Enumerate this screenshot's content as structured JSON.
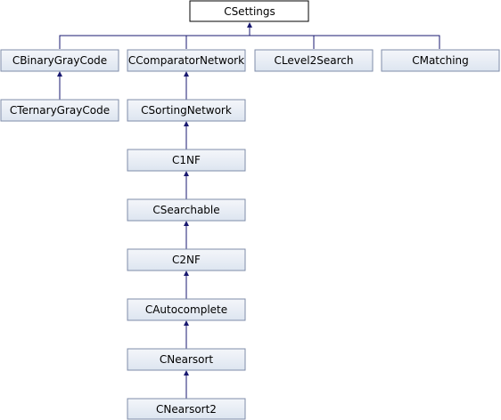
{
  "diagram": {
    "line_color": "#191970",
    "root_fill": "#ffffff",
    "root_stroke": "#000000",
    "node_fill_top": "#f4f6fa",
    "node_fill_bottom": "#dde5f0",
    "node_stroke": "#7f8ca9",
    "nodes": {
      "csettings": "CSettings",
      "cbinarygraycode": "CBinaryGrayCode",
      "ccomparatornetwork": "CComparatorNetwork",
      "clevel2search": "CLevel2Search",
      "cmatching": "CMatching",
      "cternarygraycode": "CTernaryGrayCode",
      "csortingnetwork": "CSortingNetwork",
      "c1nf": "C1NF",
      "csearchable": "CSearchable",
      "c2nf": "C2NF",
      "cautocomplete": "CAutocomplete",
      "cnearsort": "CNearsort",
      "cnearsort2": "CNearsort2"
    }
  }
}
